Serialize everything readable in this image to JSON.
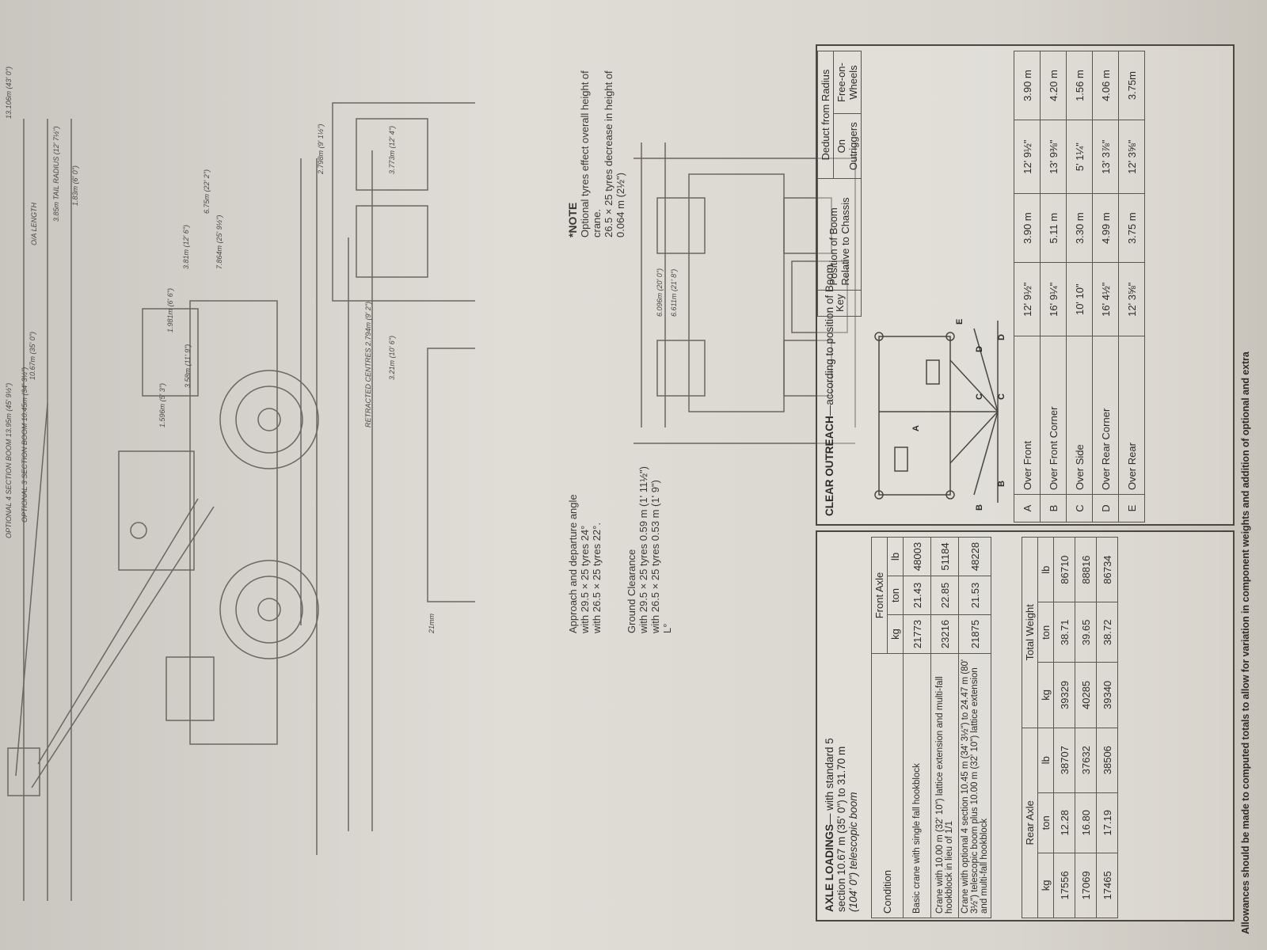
{
  "top_diagram": {
    "dims": {
      "boom_4": "OPTIONAL 4 SECTION BOOM 13.95m (45' 9½\")",
      "boom_3": "OPTIONAL 3 SECTION BOOM 10.45m (34' 3½\")",
      "len1": "13.106m (43' 0\")",
      "len2": "10.67m (35' 0\")",
      "oa": "O/A LENGTH",
      "tail": "3.85m TAIL RADIUS (12' 7½\")",
      "d1": "1.83m (6' 0\")",
      "d2": "1.981m (6' 6\")",
      "d3": "1.596m (5' 3\")",
      "d4": "3.81m (12' 6\")",
      "d5": "3.58m (11' 9\")",
      "d6": "6.75m (22' 2\")",
      "d7": "7.864m (25' 9½\")",
      "d8": "2.798m (9' 1½\")",
      "d9": "3.773m (12' 4\")",
      "d10": "21mm",
      "retracted": "RETRACTED CENTRES 2.794m (9' 2\")",
      "d11": "3.21m (10' 6\")",
      "w1": "6.096m (20' 0\")",
      "w2": "6.611m (21' 8\")"
    },
    "ground_clearance": {
      "title": "Ground Clearance",
      "l1": "with 29.5 × 25 tyres 0.59 m (1' 11½\")",
      "l2": "with 26.5 × 25 tyres 0.53 m (1' 9\")",
      "l3": "L°"
    },
    "approach": {
      "title": "Approach and departure angle",
      "l1": "with 29.5 × 25 tyres 24°",
      "l2": "with 26.5 × 25 tyres 22°."
    },
    "note": {
      "title": "*NOTE",
      "l1": "Optional tyres effect overall height of",
      "l2": "crane.",
      "l3": "26.5 × 25 tyres decrease in height of",
      "l4": "0.064 m (2½\")"
    }
  },
  "clear_outreach": {
    "title": "CLEAR OUTREACH",
    "subtitle": "—according to position of Boom",
    "diagram_labels": [
      "A",
      "B",
      "B",
      "C",
      "C",
      "D",
      "D",
      "E"
    ],
    "headers": {
      "key": "Key",
      "position": "Position of Boom Relative to Chassis",
      "deduct": "Deduct from Radius",
      "outriggers": "On Outriggers",
      "free": "Free-on-Wheels"
    },
    "rows": [
      {
        "key": "A",
        "position": "Over Front",
        "o1": "12' 9½\"",
        "o2": "3.90 m",
        "f1": "12' 9½\"",
        "f2": "3.90 m"
      },
      {
        "key": "B",
        "position": "Over Front Corner",
        "o1": "16' 9¼\"",
        "o2": "5.11 m",
        "f1": "13' 9⅜\"",
        "f2": "4.20 m"
      },
      {
        "key": "C",
        "position": "Over Side",
        "o1": "10' 10\"",
        "o2": "3.30 m",
        "f1": "5' 1¼\"",
        "f2": "1.56 m"
      },
      {
        "key": "D",
        "position": "Over Rear Corner",
        "o1": "16' 4½\"",
        "o2": "4.99 m",
        "f1": "13' 3⅞\"",
        "f2": "4.06 m"
      },
      {
        "key": "E",
        "position": "Over Rear",
        "o1": "12' 3⅝\"",
        "o2": "3.75 m",
        "f1": "12' 3⅝\"",
        "f2": "3.75m"
      }
    ]
  },
  "axle": {
    "title": "AXLE LOADINGS",
    "subtitle1": "— with standard 5",
    "subtitle2": "section 10.67 m (35' 0\") to 31.70 m",
    "subtitle3": "(104' 0\") telescopic boom",
    "headers": {
      "condition": "Condition",
      "front": "Front Axle",
      "rear": "Rear Axle",
      "total": "Total Weight",
      "kg": "kg",
      "ton": "ton",
      "lb": "lb"
    },
    "rows": [
      {
        "condition": "Basic crane with single fall hookblock",
        "v": [
          "21773",
          "21.43",
          "48003",
          "17556",
          "12.28",
          "38707",
          "39329",
          "38.71",
          "86710"
        ]
      },
      {
        "condition": "Crane with 10.00 m (32' 10\") lattice extension and multi-fall hookblock in lieu of 1/1",
        "v": [
          "23216",
          "22.85",
          "51184",
          "17069",
          "16.80",
          "37632",
          "40285",
          "39.65",
          "88816"
        ]
      },
      {
        "condition": "Crane with optional 4 section 10.45 m (34' 3½\") to 24.47 m (80' 3½\") telescopic boom plus 10.00 m (32' 10\") lattice extension and multi-fall hookblock",
        "v": [
          "21875",
          "21.53",
          "48228",
          "17465",
          "17.19",
          "38506",
          "39340",
          "38.72",
          "86734"
        ]
      }
    ]
  },
  "footnote": "Allowances should be made to computed totals to allow for variation in component weights and addition of optional and extra"
}
